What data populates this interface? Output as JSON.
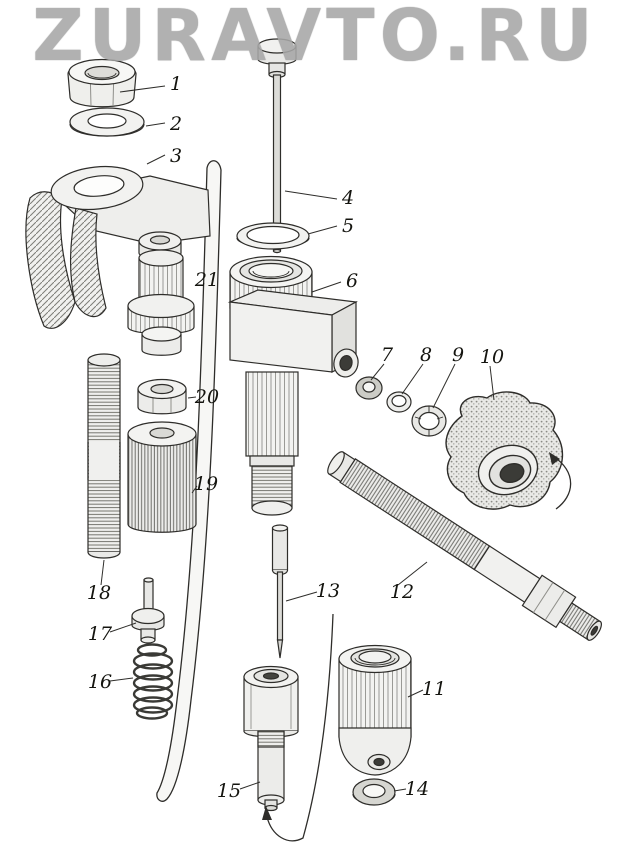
{
  "watermark": "ZURAVTO.RU",
  "diagram": {
    "type": "exploded-parts-diagram",
    "part_labels": [
      "1",
      "2",
      "3",
      "4",
      "5",
      "6",
      "7",
      "8",
      "9",
      "10",
      "11",
      "12",
      "13",
      "14",
      "15",
      "16",
      "17",
      "18",
      "19",
      "20",
      "21"
    ]
  },
  "colors": {
    "line": "#2e2d2a",
    "paper": "#ffffff",
    "watermark_gray": "#a7a7a7"
  }
}
